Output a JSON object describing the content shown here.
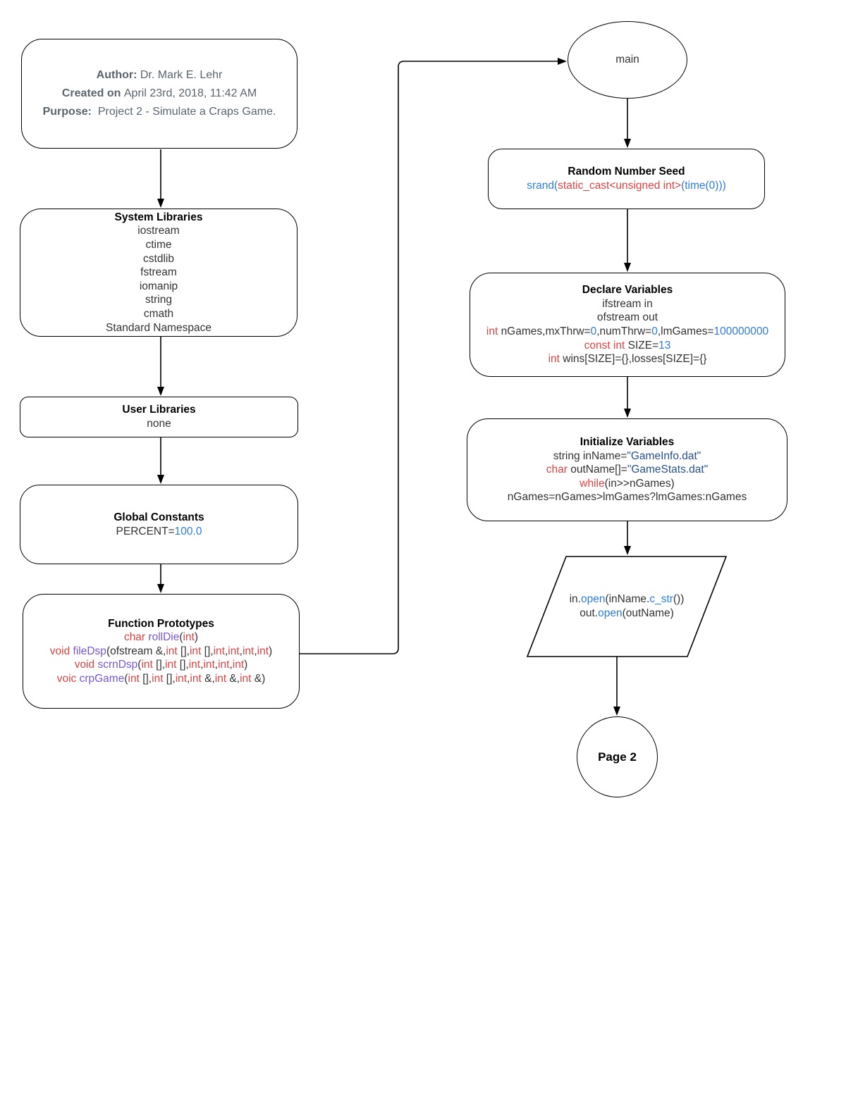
{
  "palette": {
    "title": "#000000",
    "text": "#333333",
    "gray": "#5b6570",
    "keyword": "#dd4444",
    "function": "#7757d6",
    "call": "#2e7cdf",
    "number": "#2e7cdf",
    "string": "#27508f"
  },
  "nodes": {
    "author": {
      "lines": [
        [
          {
            "t": "Author: ",
            "c": "gray",
            "b": true
          },
          {
            "t": "Dr. Mark E. Lehr",
            "c": "gray"
          }
        ],
        [
          {
            "t": "Created on ",
            "c": "gray",
            "b": true
          },
          {
            "t": "April 23rd, 2018, 11:42 AM",
            "c": "gray"
          }
        ],
        [
          {
            "t": "Purpose:  ",
            "c": "gray",
            "b": true
          },
          {
            "t": "Project 2 - Simulate a Craps Game.",
            "c": "gray"
          }
        ]
      ]
    },
    "system_libraries": {
      "lines": [
        [
          {
            "t": "System Libraries",
            "c": "title",
            "b": true
          }
        ],
        [
          {
            "t": "iostream"
          }
        ],
        [
          {
            "t": "ctime"
          }
        ],
        [
          {
            "t": "cstdlib"
          }
        ],
        [
          {
            "t": "fstream"
          }
        ],
        [
          {
            "t": "iomanip"
          }
        ],
        [
          {
            "t": "string"
          }
        ],
        [
          {
            "t": "cmath"
          }
        ],
        [
          {
            "t": "Standard Namespace"
          }
        ]
      ]
    },
    "user_libraries": {
      "lines": [
        [
          {
            "t": "User Libraries",
            "c": "title",
            "b": true
          }
        ],
        [
          {
            "t": "none"
          }
        ]
      ]
    },
    "global_constants": {
      "lines": [
        [
          {
            "t": "Global Constants",
            "c": "title",
            "b": true
          }
        ],
        [
          {
            "t": "PERCENT="
          },
          {
            "t": "100.0",
            "c": "number"
          }
        ]
      ]
    },
    "function_prototypes": {
      "lines": [
        [
          {
            "t": "Function Prototypes",
            "c": "title",
            "b": true
          }
        ],
        [
          {
            "t": "char ",
            "c": "keyword"
          },
          {
            "t": "rollDie",
            "c": "function"
          },
          {
            "t": "("
          },
          {
            "t": "int",
            "c": "keyword"
          },
          {
            "t": ")"
          }
        ],
        [
          {
            "t": "void ",
            "c": "keyword"
          },
          {
            "t": "fileDsp",
            "c": "function"
          },
          {
            "t": "(ofstream &,"
          },
          {
            "t": "int",
            "c": "keyword"
          },
          {
            "t": " [],"
          },
          {
            "t": "int",
            "c": "keyword"
          },
          {
            "t": " [],"
          },
          {
            "t": "int",
            "c": "keyword"
          },
          {
            "t": ","
          },
          {
            "t": "int",
            "c": "keyword"
          },
          {
            "t": ","
          },
          {
            "t": "int",
            "c": "keyword"
          },
          {
            "t": ","
          },
          {
            "t": "int",
            "c": "keyword"
          },
          {
            "t": ")"
          }
        ],
        [
          {
            "t": "void ",
            "c": "keyword"
          },
          {
            "t": "scrnDsp",
            "c": "function"
          },
          {
            "t": "("
          },
          {
            "t": "int",
            "c": "keyword"
          },
          {
            "t": " [],"
          },
          {
            "t": "int",
            "c": "keyword"
          },
          {
            "t": " [],"
          },
          {
            "t": "int",
            "c": "keyword"
          },
          {
            "t": ","
          },
          {
            "t": "int",
            "c": "keyword"
          },
          {
            "t": ","
          },
          {
            "t": "int",
            "c": "keyword"
          },
          {
            "t": ","
          },
          {
            "t": "int",
            "c": "keyword"
          },
          {
            "t": ")"
          }
        ],
        [
          {
            "t": "voic ",
            "c": "keyword"
          },
          {
            "t": "crpGame",
            "c": "function"
          },
          {
            "t": "("
          },
          {
            "t": "int",
            "c": "keyword"
          },
          {
            "t": " [],"
          },
          {
            "t": "int",
            "c": "keyword"
          },
          {
            "t": " [],"
          },
          {
            "t": "int",
            "c": "keyword"
          },
          {
            "t": ","
          },
          {
            "t": "int",
            "c": "keyword"
          },
          {
            "t": " &,"
          },
          {
            "t": "int",
            "c": "keyword"
          },
          {
            "t": " &,"
          },
          {
            "t": "int",
            "c": "keyword"
          },
          {
            "t": " &)"
          }
        ]
      ]
    },
    "main_terminal": {
      "lines": [
        [
          {
            "t": "main"
          }
        ]
      ]
    },
    "random_number_seed": {
      "lines": [
        [
          {
            "t": "Random Number Seed",
            "c": "title",
            "b": true
          }
        ],
        [
          {
            "t": "srand(",
            "c": "call"
          },
          {
            "t": "static_cast<unsigned int>",
            "c": "keyword"
          },
          {
            "t": "(time(0)))",
            "c": "call"
          }
        ]
      ]
    },
    "declare_variables": {
      "lines": [
        [
          {
            "t": "Declare Variables",
            "c": "title",
            "b": true
          }
        ],
        [
          {
            "t": "ifstream in"
          }
        ],
        [
          {
            "t": "ofstream out"
          }
        ],
        [
          {
            "t": "int ",
            "c": "keyword"
          },
          {
            "t": "nGames,mxThrw="
          },
          {
            "t": "0",
            "c": "number"
          },
          {
            "t": ",numThrw="
          },
          {
            "t": "0",
            "c": "number"
          },
          {
            "t": ",lmGames="
          },
          {
            "t": "100000000",
            "c": "number"
          }
        ],
        [
          {
            "t": "const int ",
            "c": "keyword"
          },
          {
            "t": "SIZE="
          },
          {
            "t": "13",
            "c": "number"
          }
        ],
        [
          {
            "t": "int ",
            "c": "keyword"
          },
          {
            "t": "wins[SIZE]={},losses[SIZE]={}"
          }
        ]
      ]
    },
    "initialize_variables": {
      "lines": [
        [
          {
            "t": "Initialize Variables",
            "c": "title",
            "b": true
          }
        ],
        [
          {
            "t": "string inName="
          },
          {
            "t": "\"GameInfo.dat\"",
            "c": "string"
          }
        ],
        [
          {
            "t": "char ",
            "c": "keyword"
          },
          {
            "t": "outName[]="
          },
          {
            "t": "\"GameStats.dat\"",
            "c": "string"
          }
        ],
        [
          {
            "t": "while",
            "c": "keyword"
          },
          {
            "t": "(in>>nGames)"
          }
        ],
        [
          {
            "t": "nGames=nGames>lmGames?lmGames:nGames"
          }
        ]
      ]
    },
    "file_open_io": {
      "lines": [
        [
          {
            "t": "in."
          },
          {
            "t": "open",
            "c": "call"
          },
          {
            "t": "(inName."
          },
          {
            "t": "c_str",
            "c": "call"
          },
          {
            "t": "())"
          }
        ],
        [
          {
            "t": "out."
          },
          {
            "t": "open",
            "c": "call"
          },
          {
            "t": "(outName)"
          }
        ]
      ]
    },
    "page2_connector": {
      "lines": [
        [
          {
            "t": "Page 2",
            "c": "title",
            "b": true
          }
        ]
      ]
    }
  }
}
